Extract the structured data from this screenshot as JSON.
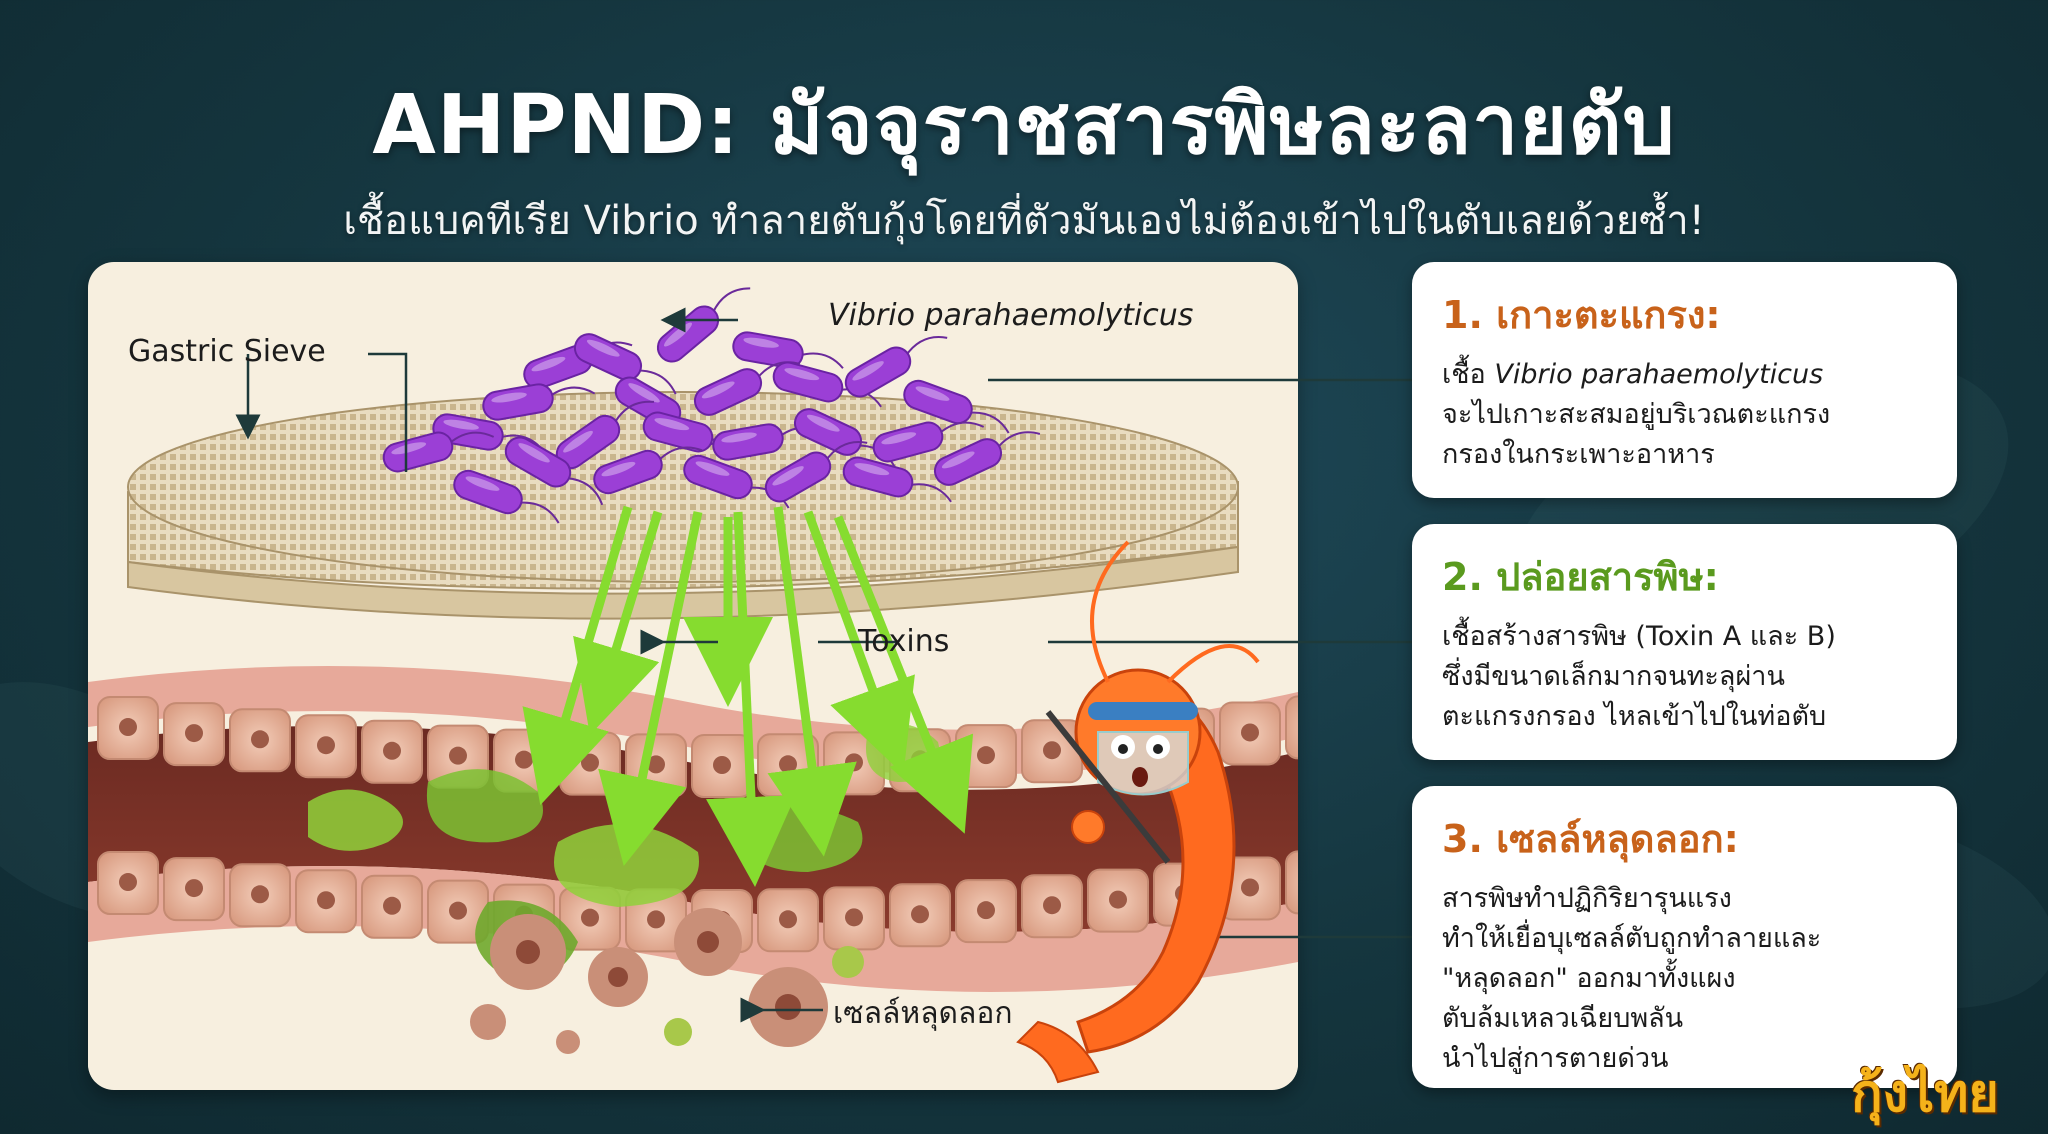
{
  "header": {
    "title": "AHPND: มัจจุราชสารพิษละลายตับ",
    "subtitle": "เชื้อแบคทีเรีย Vibrio ทำลายตับกุ้งโดยที่ตัวมันเองไม่ต้องเข้าไปในตับเลยด้วยซ้ำ!"
  },
  "diagram": {
    "labels": {
      "vibrio": "Vibrio parahaemolyticus",
      "gastric_sieve": "Gastric Sieve",
      "toxins": "Toxins",
      "sloughed_cells": "เซลล์หลุดลอก"
    }
  },
  "steps": [
    {
      "title": "1. เกาะตะแกรง:",
      "body_prefix": "เชื้อ ",
      "body_italic": "Vibrio parahaemolyticus",
      "body_rest": "จะไปเกาะสะสมอยู่บริเวณตะแกรงกรองในกระเพาะอาหาร",
      "line2": "จะไปเกาะสะสมอยู่บริเวณตะแกรง",
      "line3": "กรองในกระเพาะอาหาร",
      "color": "#c8621a"
    },
    {
      "title": "2. ปล่อยสารพิษ:",
      "line1": "เชื้อสร้างสารพิษ (Toxin A และ B)",
      "line2": "ซึ่งมีขนาดเล็กมากจนทะลุผ่าน",
      "line3": "ตะแกรงกรอง ไหลเข้าไปในท่อตับ",
      "color": "#5a9a1e"
    },
    {
      "title": "3. เซลล์หลุดลอก:",
      "line1": "สารพิษทำปฏิกิริยารุนแรง",
      "line2": "ทำให้เยื่อบุเซลล์ตับถูกทำลายและ",
      "line3": "\"หลุดลอก\" ออกมาทั้งแผง",
      "line4": "ตับล้มเหลวเฉียบพลัน",
      "line5": "นำไปสู่การตายด่วน",
      "color": "#c8621a"
    }
  ],
  "logo": {
    "text": "กุ้งไทย"
  },
  "colors": {
    "bacteria": "#9b3fd6",
    "toxin": "#8fe23a",
    "tissue": "#e8b9a3",
    "shrimp": "#ff6a1f"
  }
}
